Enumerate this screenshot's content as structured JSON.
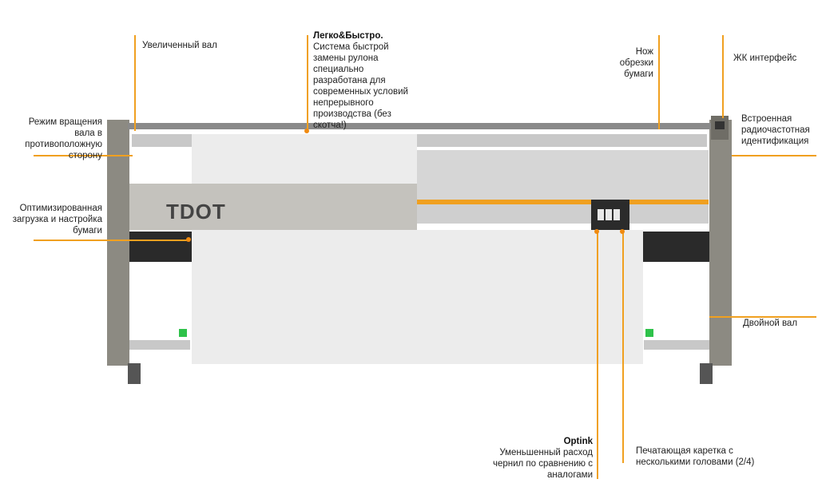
{
  "brand": "TDOT",
  "callouts": {
    "enlarged_shaft": "Увеличенный вал",
    "easy_fast_title": "Легко&Быстро.",
    "easy_fast_text": "Система быстрой замены рулона специально разработана для современных условий непрерывного производства (без скотча!)",
    "paper_cutter": "Нож обрезки бумаги",
    "lcd_interface": "ЖК интерфейс",
    "reverse_rotation": "Режим вращения вала в противоположную сторону",
    "rfid": "Встроенная радиочастотная идентификация",
    "optimized_loading": "Оптимизированная загрузка и настройка бумаги",
    "double_shaft": "Двойной вал",
    "optink_title": "Optink",
    "optink_text": "Уменьшенный расход чернил по сравнению с аналогами",
    "print_carriage": "Печатающая каретка с несколькими головами (2/4)"
  },
  "colors": {
    "accent": "#f0a020",
    "frame": "#8c8a82",
    "paper": "#ececec"
  }
}
